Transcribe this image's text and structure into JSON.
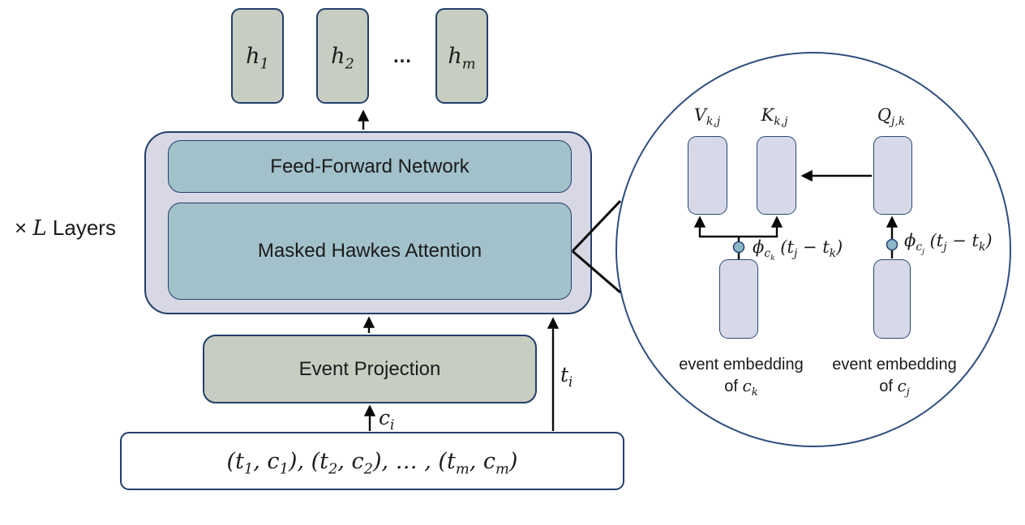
{
  "figure": {
    "hidden_states": {
      "boxes": [
        {
          "base": "h",
          "sub": "1"
        },
        {
          "base": "h",
          "sub": "2"
        },
        {
          "base": "h",
          "sub": "m"
        }
      ],
      "ellipsis": "…"
    },
    "layers_note": {
      "prefix": "×",
      "variable": "L",
      "suffix": "Layers"
    },
    "blocks": {
      "ffn": "Feed-Forward Network",
      "attention": "Masked Hawkes Attention",
      "projection": "Event Projection"
    },
    "inputs": {
      "time": {
        "base": "t",
        "sub": "i"
      },
      "category": {
        "base": "c",
        "sub": "i"
      },
      "sequence": {
        "t1": "(t",
        "s1": "1",
        "t2": ", c",
        "s2": "1",
        "t3": "), (t",
        "s3": "2",
        "t4": ", c",
        "s4": "2",
        "t5": "), … , (t",
        "s5": "m",
        "t6": ", c",
        "s6": "m",
        "t7": ")"
      }
    }
  },
  "zoom_view": {
    "value_label": {
      "base": "V",
      "sub": "k,j"
    },
    "key_label": {
      "base": "K",
      "sub": "k,j"
    },
    "query_label": {
      "base": "Q",
      "sub": "j,k"
    },
    "phi_k": {
      "fn": "ϕ",
      "c": "c",
      "csub": "k",
      "t1": " (t",
      "j": "j",
      "t2": " − t",
      "k": "k",
      "t3": ")"
    },
    "phi_j": {
      "fn": "ϕ",
      "c": "c",
      "csub": "j",
      "t1": " (t",
      "j": "j",
      "t2": " − t",
      "k": "k",
      "t3": ")"
    },
    "embedding_left": {
      "line1": "event embedding",
      "of": "of ",
      "c": "c",
      "sub": "k"
    },
    "embedding_right": {
      "line1": "event embedding",
      "of": "of ",
      "c": "c",
      "sub": "j"
    }
  },
  "colors": {
    "teal_block": "#a2c1cb",
    "lavender_block": "#d8d8e4",
    "sage_block": "#c8cdc2",
    "circle_inner_box": "#d7d9e8",
    "navy_border": "#223f6b",
    "circle_outline": "#2e4d80",
    "node_fill": "#8bb7c6",
    "arrow": "#0a0a0a",
    "background": "#ffffff"
  }
}
